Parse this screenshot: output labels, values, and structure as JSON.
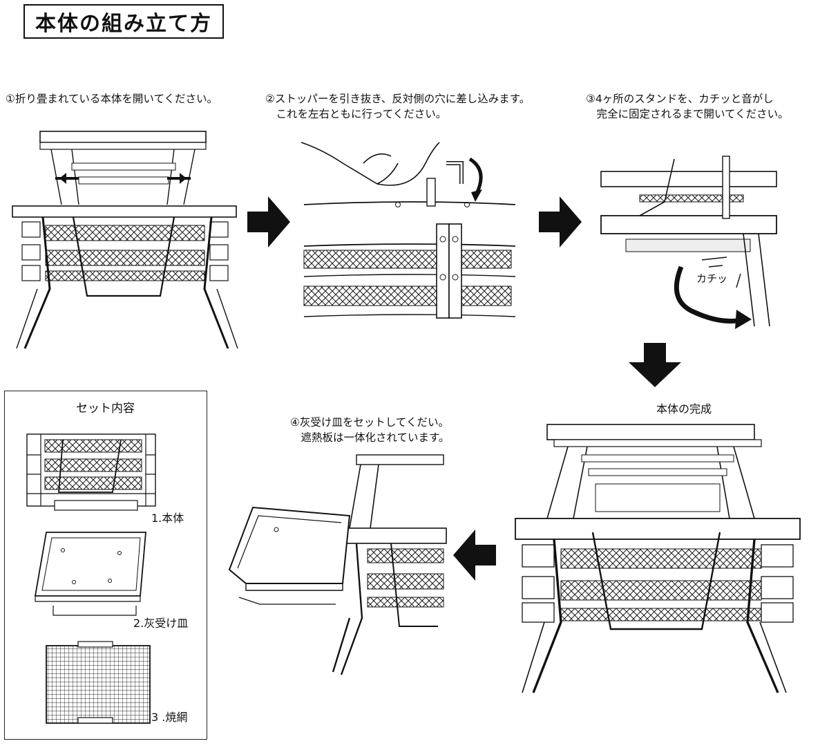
{
  "title": "本体の組み立て方",
  "steps": [
    {
      "text": "①折り畳まれている本体を開いてください。"
    },
    {
      "text": "②ストッパーを引き抜き、反対側の穴に差し込みます。\n　これを左右ともに行ってください。"
    },
    {
      "text": "③4ヶ所のスタンドを、カチッと音がし\n　完全に固定されるまで開いてください。"
    },
    {
      "text": "④灰受け皿をセットしてくだい。\n　遮熱板は一体化されています。"
    }
  ],
  "click_label": "カチッ",
  "complete_label": "本体の完成",
  "parts": {
    "heading": "セット内容",
    "items": [
      {
        "label": "1.本体"
      },
      {
        "label": "2.灰受け皿"
      },
      {
        "label": "3 .焼網"
      }
    ]
  }
}
